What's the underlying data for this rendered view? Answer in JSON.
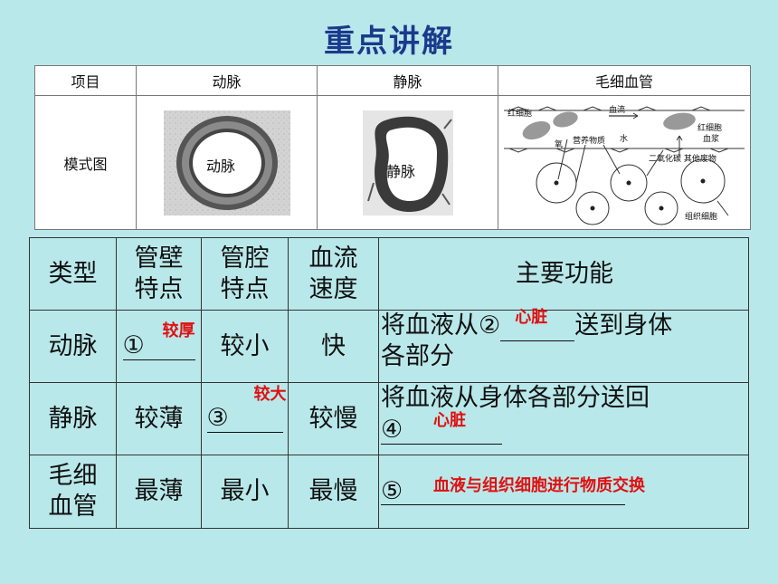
{
  "title": "重点讲解",
  "top_table": {
    "headers": [
      "项目",
      "动脉",
      "静脉",
      "毛细血管"
    ],
    "row_label": "模式图",
    "artery_label": "动脉",
    "vein_label": "静脉",
    "capillary_labels": {
      "rbc_left": "红细胞",
      "blood_flow": "血流",
      "rbc_right": "红细胞",
      "plasma": "血浆",
      "oxygen": "氧",
      "nutrients": "营养物质",
      "water": "水",
      "co2_waste": "二氧化碳 其他废物",
      "tissue_cell": "组织细胞"
    }
  },
  "main_table": {
    "headers": [
      "类型",
      "管壁\n特点",
      "管腔\n特点",
      "血流\n速度",
      "主要功能"
    ],
    "rows": [
      {
        "type": "动脉",
        "wall_prefix": "①",
        "wall_answer": "较厚",
        "lumen": "较小",
        "speed": "快",
        "func_line1_a": "将血液从②",
        "func_answer": "心脏",
        "func_line1_b": "送到身体",
        "func_line2": "各部分"
      },
      {
        "type": "静脉",
        "wall": "较薄",
        "lumen_prefix": "③",
        "lumen_answer": "较大",
        "speed": "较慢",
        "func_line1": "将血液从身体各部分送回",
        "func_prefix": "④",
        "func_answer": "心脏"
      },
      {
        "type": "毛细\n血管",
        "wall": "最薄",
        "lumen": "最小",
        "speed": "最慢",
        "func_prefix": "⑤",
        "func_answer": "血液与组织细胞进行物质交换"
      }
    ]
  },
  "colors": {
    "background": "#b9e8ea",
    "title": "#1a3a8c",
    "answer": "#e01010"
  }
}
